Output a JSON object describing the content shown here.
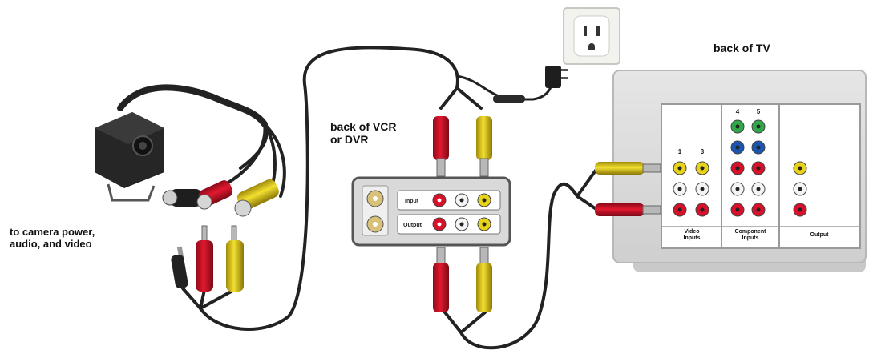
{
  "labels": {
    "tv": "back of TV",
    "vcr": "back of VCR\nor DVR",
    "camera": "to camera power,\naudio, and video"
  },
  "vcr_panel": {
    "input": "Input",
    "output": "Output"
  },
  "tv_panel": {
    "num_1": "1",
    "num_3": "3",
    "num_4": "4",
    "num_5": "5",
    "video_inputs": "Video\nInputs",
    "component_inputs": "Component\nInputs",
    "output": "Output"
  },
  "colors": {
    "red": "#d8102a",
    "yellow": "#e8d21a",
    "green": "#2fa84a",
    "blue": "#1a55b0",
    "white": "#f4f4f4",
    "cable": "#2a2a2a",
    "tv_body": "#dcdcdc"
  }
}
